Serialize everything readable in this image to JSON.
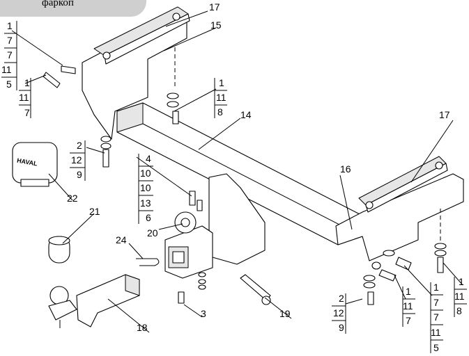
{
  "header": {
    "tab_label": "фаркоп"
  },
  "callouts": {
    "c1": [
      "1",
      "7",
      "7",
      "11",
      "5"
    ],
    "c2": [
      "1",
      "11",
      "7"
    ],
    "c3": [
      "1",
      "11",
      "8"
    ],
    "c4": [
      "2",
      "12",
      "9"
    ],
    "c5": [
      "4",
      "10",
      "10",
      "13",
      "6"
    ],
    "c6": [
      "2",
      "12",
      "9"
    ],
    "c7": [
      "1",
      "11",
      "7"
    ],
    "c8": [
      "1",
      "7",
      "7",
      "11",
      "5"
    ],
    "c9": [
      "1",
      "11",
      "8"
    ]
  },
  "labels": {
    "l17a": "17",
    "l15": "15",
    "l14": "14",
    "l17b": "17",
    "l16": "16",
    "l22": "22",
    "l21": "21",
    "l20": "20",
    "l24": "24",
    "l3": "3",
    "l18": "18",
    "l19": "19"
  },
  "logo_text": "HAVAL"
}
